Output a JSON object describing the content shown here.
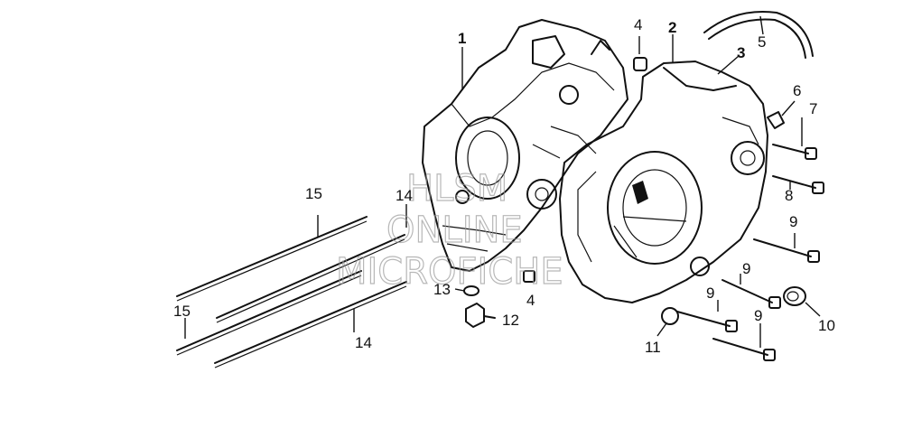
{
  "labels": {
    "l1": "1",
    "l2": "2",
    "l3": "3",
    "l4a": "4",
    "l4b": "4",
    "l5": "5",
    "l6": "6",
    "l7": "7",
    "l8": "8",
    "l9a": "9",
    "l9b": "9",
    "l9c": "9",
    "l9d": "9",
    "l10": "10",
    "l11": "11",
    "l12": "12",
    "l13": "13",
    "l14a": "14",
    "l14b": "14",
    "l15a": "15",
    "l15b": "15"
  },
  "watermark": {
    "line1": "HLSM",
    "line2": "ONLINE",
    "line3": "MICROFICHE"
  }
}
